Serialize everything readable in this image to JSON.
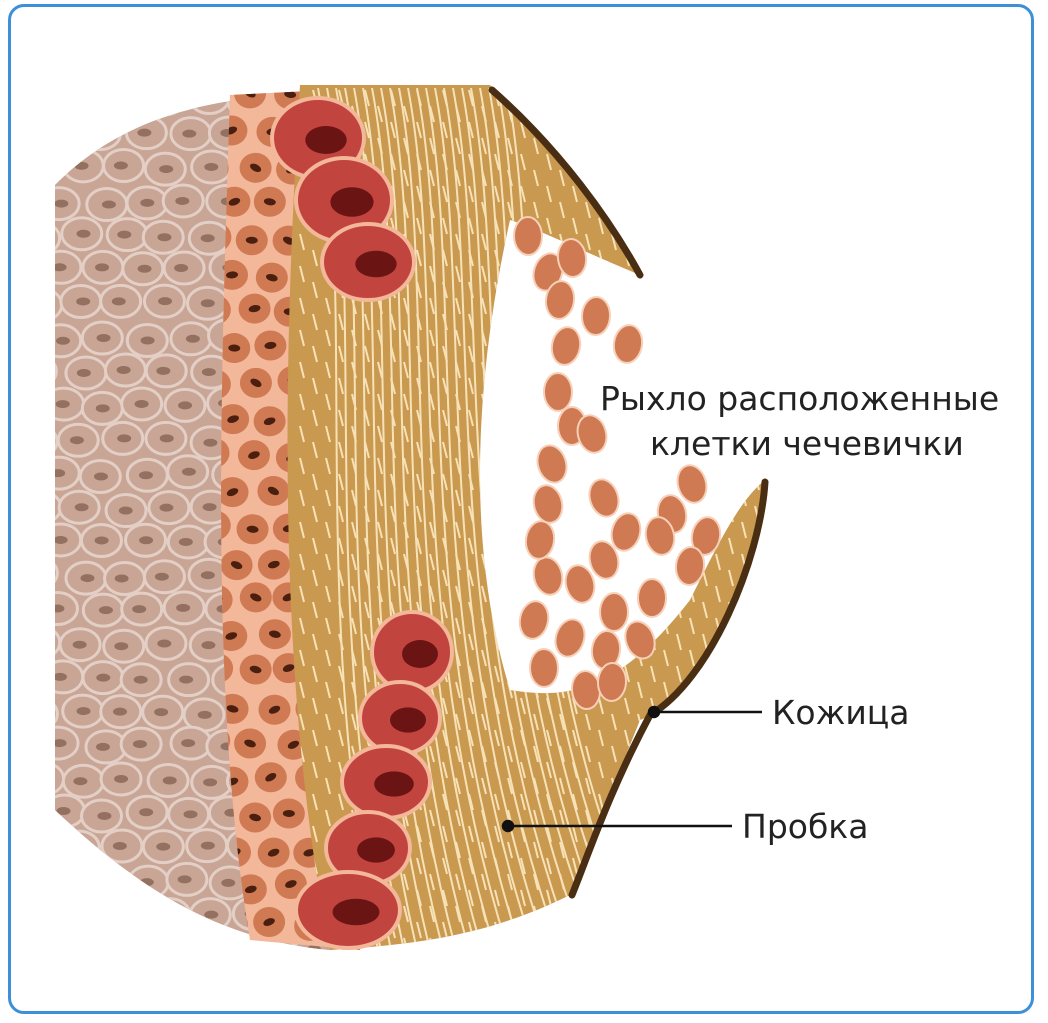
{
  "labels": {
    "lenticel_cells_line1": "Рыхло расположенные",
    "lenticel_cells_line2": "клетки чечевички",
    "epidermis": "Кожица",
    "cork": "Пробка"
  },
  "colors": {
    "frame": "#3d8fd8",
    "inner_tissue": "#c8a595",
    "inner_cell_outline": "#e3cfc6",
    "inner_nucleus": "#93705f",
    "cortex_fill": "#f3b79a",
    "cortex_cell": "#cf7a52",
    "red_cell": "#c2443e",
    "red_nucleus": "#6b1414",
    "cork": "#c9994f",
    "cork_lines": "#f7e2b7",
    "epidermis_line": "#4a2e14",
    "loose_cell": "#cf7a52"
  }
}
